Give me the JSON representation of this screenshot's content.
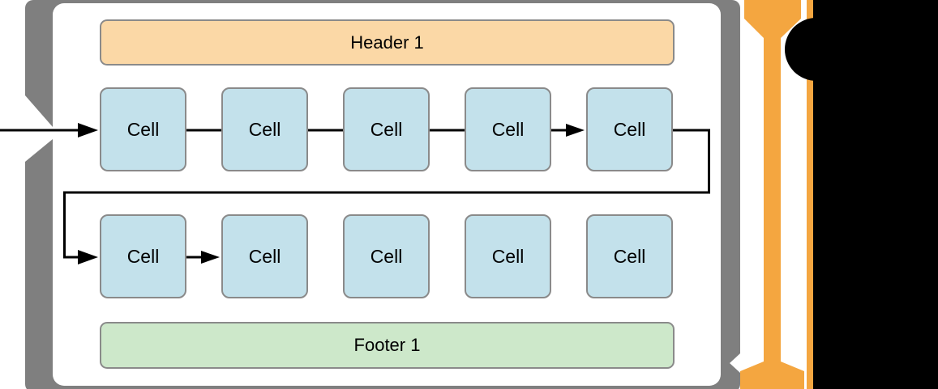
{
  "diagram": {
    "type": "collection-view-flow-layout",
    "header": {
      "label": "Header 1"
    },
    "footer": {
      "label": "Footer 1"
    },
    "rows": [
      {
        "cells": [
          "Cell",
          "Cell",
          "Cell",
          "Cell",
          "Cell"
        ]
      },
      {
        "cells": [
          "Cell",
          "Cell",
          "Cell",
          "Cell",
          "Cell"
        ]
      }
    ],
    "colors": {
      "frame-gray": "#7f7f7f",
      "header-fill": "#fbd8a6",
      "footer-fill": "#cde8ca",
      "cell-fill": "#c3e1eb",
      "box-border": "#8a8a8a",
      "arrow-orange": "#f4a640",
      "flow-black": "#000000"
    }
  }
}
